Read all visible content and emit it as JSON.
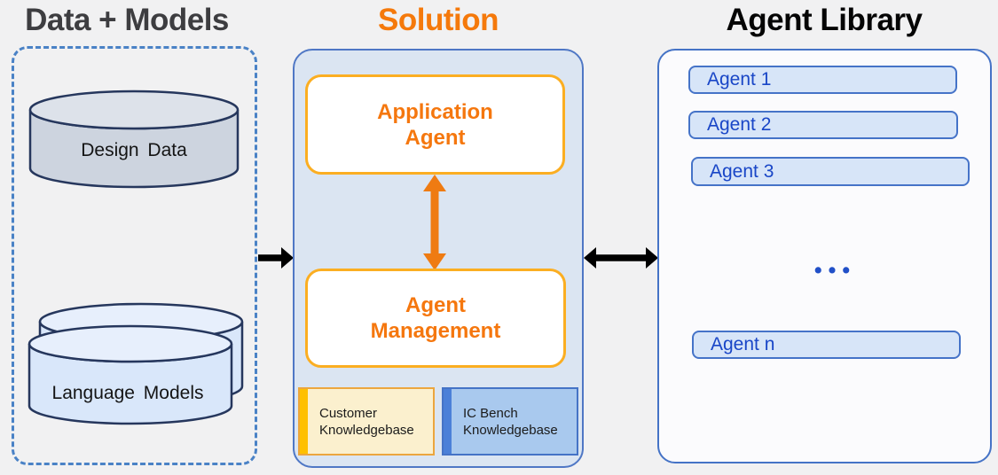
{
  "colors": {
    "accent_orange": "#F5790B",
    "amber_border": "#FBAE22",
    "blue_border": "#4573C6",
    "agent_text_blue": "#1946C7",
    "solution_panel_fill": "#DBE5F2",
    "customer_kb_fill": "#FBF0CE",
    "customer_kb_bar": "#FEC001",
    "icbench_kb_fill": "#A9C9EE",
    "icbench_kb_bar": "#4B80D8",
    "cylinder_gray_fill": "#CDD4DF",
    "cylinder_blue_fill": "#D9E7FA",
    "title_gray": "#3D3D40"
  },
  "sections": {
    "data_models": {
      "title": "Data + Models",
      "items": [
        {
          "label": "Design Data",
          "type": "database-cylinder"
        },
        {
          "label": "Language Models",
          "type": "database-cylinder-stack"
        }
      ]
    },
    "solution": {
      "title": "Solution",
      "application_agent": "Application Agent",
      "agent_management": "Agent Management",
      "knowledgebases": [
        {
          "label": "Customer Knowledgebase"
        },
        {
          "label": "IC Bench Knowledgebase"
        }
      ]
    },
    "agent_library": {
      "title": "Agent Library",
      "agents": [
        "Agent 1",
        "Agent 2",
        "Agent 3"
      ],
      "ellipsis": "•••",
      "agent_n": "Agent n"
    }
  }
}
